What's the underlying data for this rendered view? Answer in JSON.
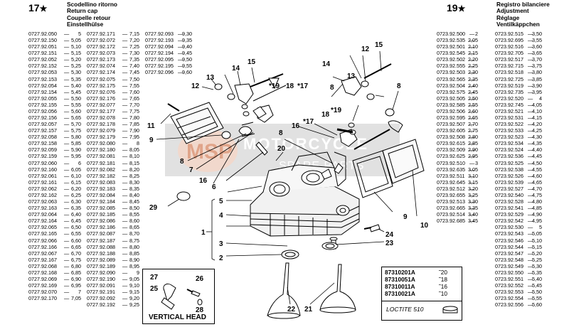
{
  "left_section": {
    "number": "17",
    "star": "★",
    "titles": [
      "Scodellino ritorno",
      "Return cap",
      "Coupelle retour",
      "Einstellhülse"
    ],
    "columns": [
      [
        [
          "0727.92.050",
          "5"
        ],
        [
          "0727.92.150",
          "5,05"
        ],
        [
          "0727.92.051",
          "5,10"
        ],
        [
          "0727.92.151",
          "5,15"
        ],
        [
          "0727.92.052",
          "5,20"
        ],
        [
          "0727.92.152",
          "5,25"
        ],
        [
          "0727.92.053",
          "5,30"
        ],
        [
          "0727.92.153",
          "5,35"
        ],
        [
          "0727.92.054",
          "5,40"
        ],
        [
          "0727.92.154",
          "5,45"
        ],
        [
          "0727.92.055",
          "5,50"
        ],
        [
          "0727.92.155",
          "5,55"
        ],
        [
          "0727.92.056",
          "5,60"
        ],
        [
          "0727.92.156",
          "5,65"
        ],
        [
          "0727.92.057",
          "5,70"
        ],
        [
          "0727.92.157",
          "5,75"
        ],
        [
          "0727.92.058",
          "5,80"
        ],
        [
          "0727.92.158",
          "5,85"
        ],
        [
          "0727.92.059",
          "5,90"
        ],
        [
          "0727.92.159",
          "5,95"
        ],
        [
          "0727.92.060",
          "6"
        ],
        [
          "0727.92.160",
          "6,05"
        ],
        [
          "0727.92.061",
          "6,10"
        ],
        [
          "0727.92.161",
          "6,15"
        ],
        [
          "0727.92.062",
          "6,20"
        ],
        [
          "0727.92.162",
          "6,25"
        ],
        [
          "0727.92.063",
          "6,30"
        ],
        [
          "0727.92.163",
          "6,35"
        ],
        [
          "0727.92.064",
          "6,40"
        ],
        [
          "0727.92.164",
          "6,45"
        ],
        [
          "0727.92.065",
          "6,50"
        ],
        [
          "0727.92.165",
          "6,55"
        ],
        [
          "0727.92.066",
          "6,60"
        ],
        [
          "0727.92.166",
          "6,65"
        ],
        [
          "0727.92.067",
          "6,70"
        ],
        [
          "0727.92.167",
          "6,75"
        ],
        [
          "0727.92.068",
          "6,80"
        ],
        [
          "0727.92.168",
          "6,85"
        ],
        [
          "0727.92.069",
          "6,90"
        ],
        [
          "0727.92.169",
          "6,95"
        ],
        [
          "0727.92.070",
          "7"
        ],
        [
          "0727.92.170",
          "7,05"
        ]
      ],
      [
        [
          "0727.92.171",
          "7,15"
        ],
        [
          "0727.92.072",
          "7,20"
        ],
        [
          "0727.92.172",
          "7,25"
        ],
        [
          "0727.92.073",
          "7,30"
        ],
        [
          "0727.92.173",
          "7,35"
        ],
        [
          "0727.92.074",
          "7,40"
        ],
        [
          "0727.92.174",
          "7,45"
        ],
        [
          "0727.92.075",
          "7,50"
        ],
        [
          "0727.92.175",
          "7,55"
        ],
        [
          "0727.92.076",
          "7,60"
        ],
        [
          "0727.92.176",
          "7,65"
        ],
        [
          "0727.92.077",
          "7,70"
        ],
        [
          "0727.92.177",
          "7,75"
        ],
        [
          "0727.92.078",
          "7,80"
        ],
        [
          "0727.92.178",
          "7,85"
        ],
        [
          "0727.92.079",
          "7,90"
        ],
        [
          "0727.92.179",
          "7,95"
        ],
        [
          "0727.92.080",
          "8"
        ],
        [
          "0727.92.180",
          "8,05"
        ],
        [
          "0727.92.081",
          "8,10"
        ],
        [
          "0727.92.181",
          "8,15"
        ],
        [
          "0727.92.082",
          "8,20"
        ],
        [
          "0727.92.182",
          "8,25"
        ],
        [
          "0727.92.083",
          "8,30"
        ],
        [
          "0727.92.183",
          "8,35"
        ],
        [
          "0727.92.084",
          "8,40"
        ],
        [
          "0727.92.184",
          "8,45"
        ],
        [
          "0727.92.085",
          "8,50"
        ],
        [
          "0727.92.185",
          "8,55"
        ],
        [
          "0727.92.086",
          "8,60"
        ],
        [
          "0727.92.186",
          "8,65"
        ],
        [
          "0727.92.087",
          "8,70"
        ],
        [
          "0727.92.187",
          "8,75"
        ],
        [
          "0727.92.088",
          "8,80"
        ],
        [
          "0727.92.188",
          "8,85"
        ],
        [
          "0727.92.089",
          "8,90"
        ],
        [
          "0727.92.189",
          "8,95"
        ],
        [
          "0727.92.090",
          "9"
        ],
        [
          "0727.92.190",
          "9,05"
        ],
        [
          "0727.92.091",
          "9,10"
        ],
        [
          "0727.92.191",
          "9,15"
        ],
        [
          "0727.92.092",
          "9,20"
        ],
        [
          "0727.92.192",
          "9,25"
        ]
      ],
      [
        [
          "0727.92.093",
          "9,30"
        ],
        [
          "0727.92.193",
          "9,35"
        ],
        [
          "0727.92.094",
          "9,40"
        ],
        [
          "0727.92.194",
          "9,45"
        ],
        [
          "0727.92.095",
          "9,50"
        ],
        [
          "0727.92.195",
          "9,55"
        ],
        [
          "0727.92.096",
          "9,60"
        ]
      ]
    ]
  },
  "right_section": {
    "number": "19",
    "star": "★",
    "titles": [
      "Registro bilanciere",
      "Adjustment",
      "Réglage",
      "Ventilkäppchen"
    ],
    "columns": [
      [
        [
          "0723.92.500",
          "2"
        ],
        [
          "0723.92.535",
          "2,05"
        ],
        [
          "0723.92.501",
          "2,10"
        ],
        [
          "0723.92.545",
          "2,15"
        ],
        [
          "0723.92.502",
          "2,20"
        ],
        [
          "0723.92.555",
          "2,25"
        ],
        [
          "0723.92.503",
          "2,30"
        ],
        [
          "0723.92.565",
          "2,35"
        ],
        [
          "0723.92.504",
          "2,40"
        ],
        [
          "0723.92.575",
          "2,45"
        ],
        [
          "0723.92.505",
          "2,50"
        ],
        [
          "0723.92.585",
          "2,55"
        ],
        [
          "0723.92.506",
          "2,60"
        ],
        [
          "0723.92.595",
          "2,65"
        ],
        [
          "0723.92.507",
          "2,70"
        ],
        [
          "0723.92.605",
          "2,75"
        ],
        [
          "0723.92.508",
          "2,80"
        ],
        [
          "0723.92.615",
          "2,85"
        ],
        [
          "0723.92.509",
          "2,90"
        ],
        [
          "0723.92.625",
          "2,95"
        ],
        [
          "0723.92.510",
          "3"
        ],
        [
          "0723.92.635",
          "3,05"
        ],
        [
          "0723.92.511",
          "3,10"
        ],
        [
          "0723.92.645",
          "3,15"
        ],
        [
          "0723.92.512",
          "3,20"
        ],
        [
          "0723.92.655",
          "3,25"
        ],
        [
          "0723.92.513",
          "3,30"
        ],
        [
          "0723.92.665",
          "3,35"
        ],
        [
          "0723.92.514",
          "3,40"
        ],
        [
          "0723.92.685",
          "3,45"
        ]
      ],
      [
        [
          "0723.92.515",
          "3,50"
        ],
        [
          "0723.92.695",
          "3,55"
        ],
        [
          "0723.92.516",
          "3,60"
        ],
        [
          "0723.92.705",
          "3,65"
        ],
        [
          "0723.92.517",
          "3,70"
        ],
        [
          "0723.92.715",
          "3,75"
        ],
        [
          "0723.92.518",
          "3,80"
        ],
        [
          "0723.92.725",
          "3,85"
        ],
        [
          "0723.92.519",
          "3,90"
        ],
        [
          "0723.92.735",
          "3,95"
        ],
        [
          "0723.92.520",
          "4"
        ],
        [
          "0723.92.745",
          "4,05"
        ],
        [
          "0723.92.521",
          "4,10"
        ],
        [
          "0723.92.531",
          "4,15"
        ],
        [
          "0723.92.522",
          "4,20"
        ],
        [
          "0723.92.533",
          "4,25"
        ],
        [
          "0723.92.523",
          "4,30"
        ],
        [
          "0723.92.534",
          "4,35"
        ],
        [
          "0723.92.524",
          "4,40"
        ],
        [
          "0723.92.536",
          "4,45"
        ],
        [
          "0723.92.525",
          "4,50"
        ],
        [
          "0723.92.538",
          "4,55"
        ],
        [
          "0723.92.526",
          "4,60"
        ],
        [
          "0723.92.539",
          "4,65"
        ],
        [
          "0723.92.527",
          "4,70"
        ],
        [
          "0723.92.540",
          "4,75"
        ],
        [
          "0723.92.528",
          "4,80"
        ],
        [
          "0723.92.541",
          "4,85"
        ],
        [
          "0723.92.529",
          "4,90"
        ],
        [
          "0723.92.542",
          "4,95"
        ],
        [
          "0723.92.530",
          "5"
        ],
        [
          "0723.92.543",
          "5,05"
        ],
        [
          "0723.92.546",
          "5,10"
        ],
        [
          "0723.92.544",
          "5,15"
        ],
        [
          "0723.92.547",
          "5,20"
        ],
        [
          "0723.92.548",
          "5,25"
        ],
        [
          "0723.92.549",
          "5,30"
        ],
        [
          "0723.92.550",
          "5,35"
        ],
        [
          "0723.92.551",
          "5,40"
        ],
        [
          "0723.92.552",
          "5,45"
        ],
        [
          "0723.92.553",
          "5,50"
        ],
        [
          "0723.92.554",
          "5,55"
        ],
        [
          "0723.92.556",
          "5,60"
        ]
      ]
    ]
  },
  "kit": {
    "rows": [
      {
        "code": "87310201A",
        "value": "20"
      },
      {
        "code": "87310051A",
        "value": "18"
      },
      {
        "code": "87310011A",
        "value": "16"
      },
      {
        "code": "87310021A",
        "value": "10"
      }
    ],
    "loctite": "LOCTITE 510"
  },
  "inset": {
    "title": "VERTICAL HEAD",
    "callouts": [
      "27",
      "25",
      "26",
      "28"
    ]
  },
  "watermark": {
    "brand": "MSP",
    "line1": "MOTORCYCLE",
    "line2": "SPARE PARTS"
  },
  "callouts": {
    "c1": "1",
    "c2": "2",
    "c3": "3",
    "c4": "4",
    "c5": "5",
    "c6": "6",
    "c7": "7",
    "c8a": "8",
    "c8b": "8",
    "c8c": "8",
    "c8d": "8",
    "c9a": "9",
    "c9b": "9",
    "c10": "10",
    "c11": "11",
    "c12a": "12",
    "c12b": "12",
    "c13a": "13",
    "c13b": "13",
    "c14a": "14",
    "c14b": "14",
    "c15a": "15",
    "c15b": "15",
    "c16a": "16",
    "c16b": "16",
    "c17a": "*17",
    "c17b": "*17",
    "c18a": "18",
    "c18b": "18",
    "c19a": "*19",
    "c19b": "*19",
    "c20": "20",
    "c21": "21",
    "c22": "22",
    "c23": "23",
    "c24": "24",
    "c29": "29"
  }
}
